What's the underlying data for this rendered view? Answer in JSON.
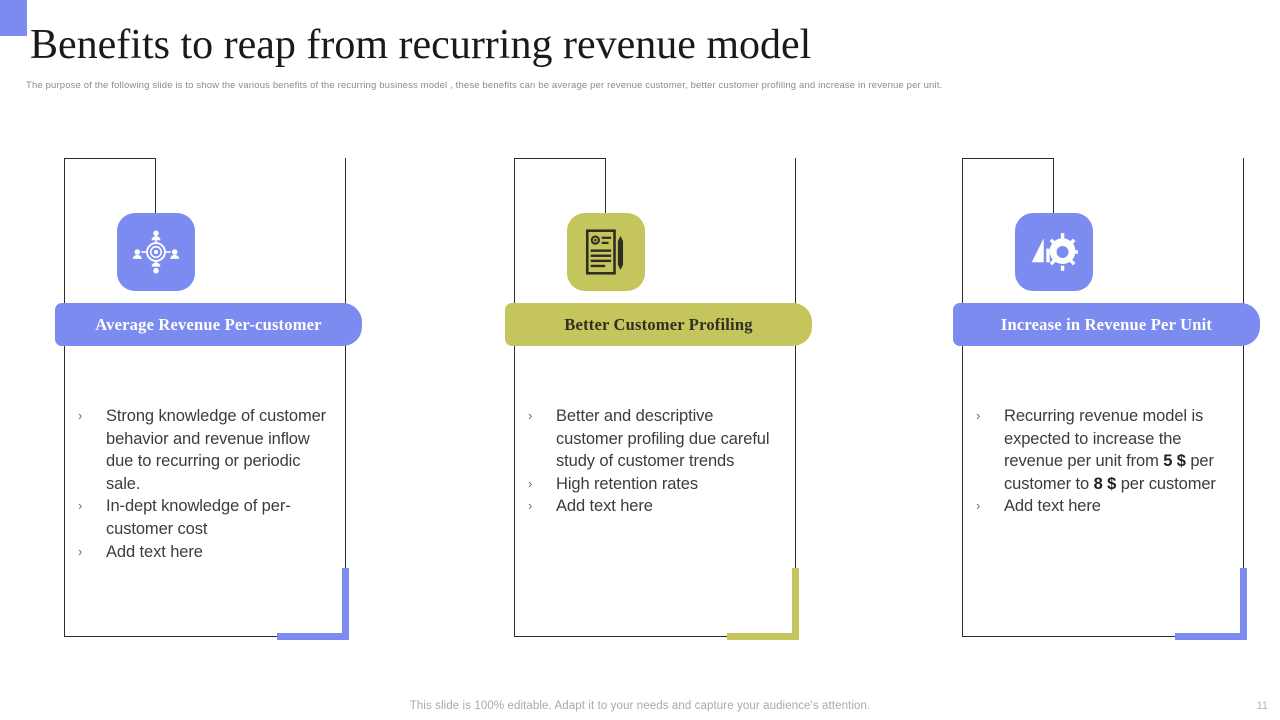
{
  "theme": {
    "blue": "#7b8bf0",
    "olive": "#c4c55c",
    "frame": "#2b2b2b",
    "body_text": "#3c3c3c",
    "muted_text": "#8c8c8c"
  },
  "header": {
    "title": "Benefits to reap from recurring revenue model",
    "subtitle": "The purpose of the following slide is to show the various benefits of the recurring business model , these benefits can be average per revenue customer, better customer profiling and increase in revenue per unit."
  },
  "columns": [
    {
      "id": "average-revenue-per-customer",
      "icon": "people-around-target-icon",
      "color": "#7b8bf0",
      "banner_text_style": "light",
      "title": "Average Revenue Per-customer",
      "bullets": [
        {
          "marker": "›",
          "text": "Strong knowledge of customer behavior and revenue inflow due to recurring or periodic sale."
        },
        {
          "marker": "›",
          "text": "In-dept knowledge of per-customer cost"
        },
        {
          "marker": "›",
          "text": "Add text here"
        }
      ]
    },
    {
      "id": "better-customer-profiling",
      "icon": "profile-document-pen-icon",
      "color": "#c4c55c",
      "banner_text_style": "dark",
      "title": "Better Customer Profiling",
      "bullets": [
        {
          "marker": "›",
          "text": "Better and descriptive customer profiling due careful study of customer trends"
        },
        {
          "marker": "›",
          "text": "High retention rates"
        },
        {
          "marker": "›",
          "text": "Add text here"
        }
      ]
    },
    {
      "id": "increase-in-revenue-per-unit",
      "icon": "bar-chart-gear-icon",
      "color": "#7b8bf0",
      "banner_text_style": "light",
      "title": "Increase in Revenue Per Unit",
      "bullets": [
        {
          "marker": "›",
          "html": "Recurring revenue model is expected to increase the revenue per unit from <b>5 $</b> per customer to <b>8 $</b> per customer"
        },
        {
          "marker": "›",
          "text": "Add text here"
        }
      ]
    }
  ],
  "footer": {
    "note": "This slide is 100% editable. Adapt it to your needs and capture your audience's attention.",
    "page_number": "11"
  }
}
